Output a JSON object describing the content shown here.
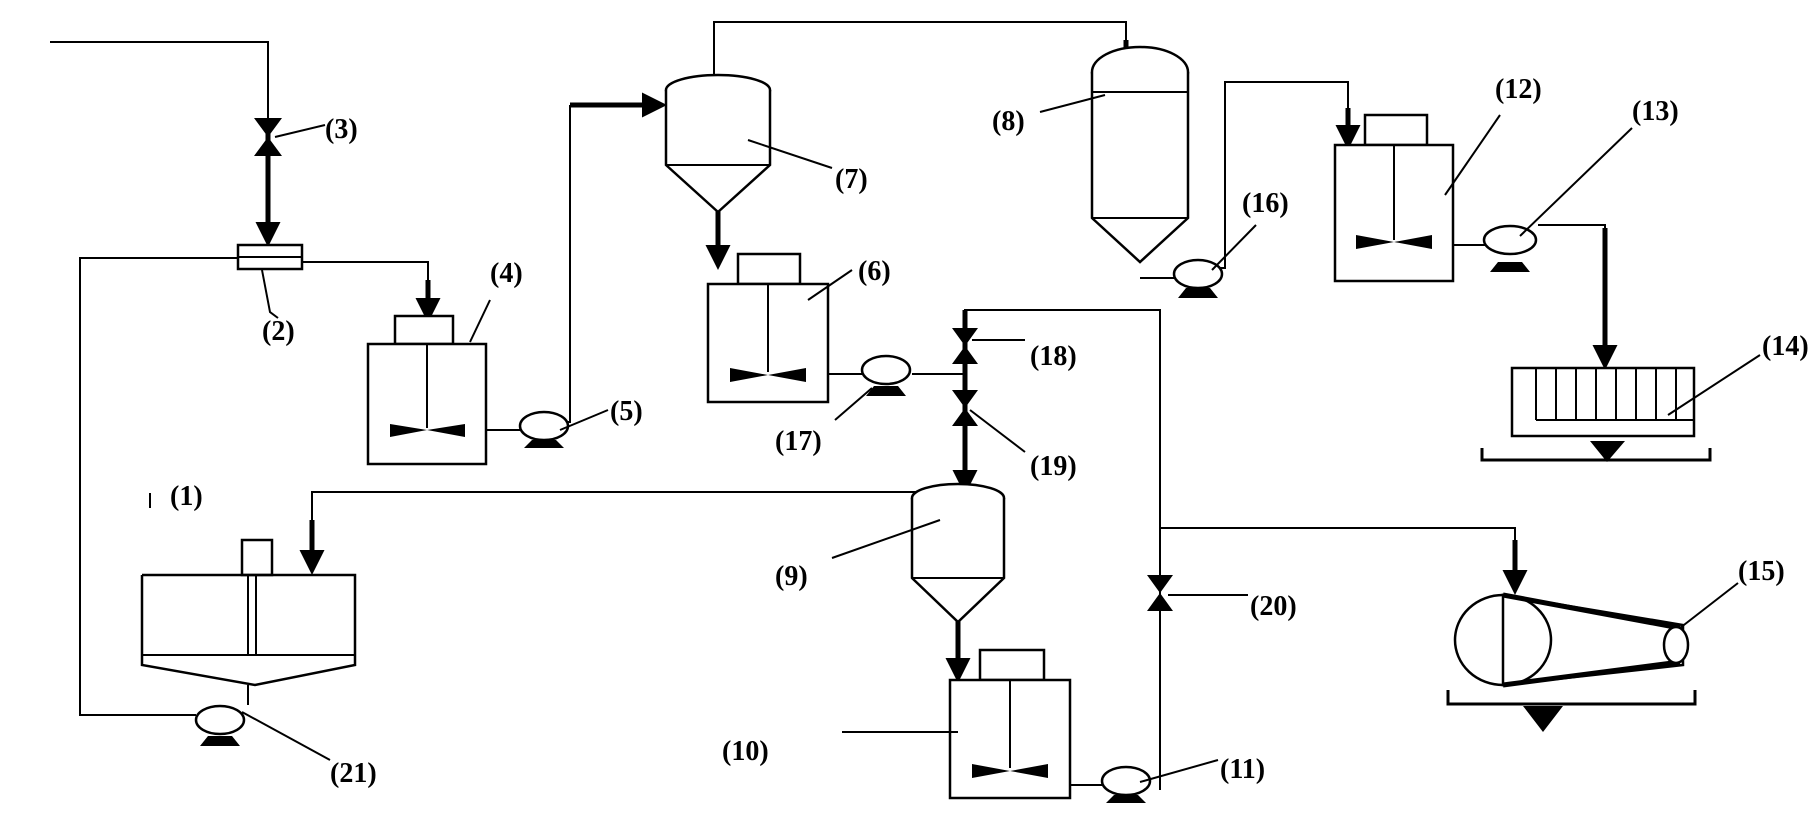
{
  "labels": {
    "l1": "(1)",
    "l2": "(2)",
    "l3": "(3)",
    "l4": "(4)",
    "l5": "(5)",
    "l6": "(6)",
    "l7": "(7)",
    "l8": "(8)",
    "l9": "(9)",
    "l10": "(10)",
    "l11": "(11)",
    "l12": "(12)",
    "l13": "(13)",
    "l14": "(14)",
    "l15": "(15)",
    "l16": "(16)",
    "l17": "(17)",
    "l18": "(18)",
    "l19": "(19)",
    "l20": "(20)",
    "l21": "(21)"
  }
}
